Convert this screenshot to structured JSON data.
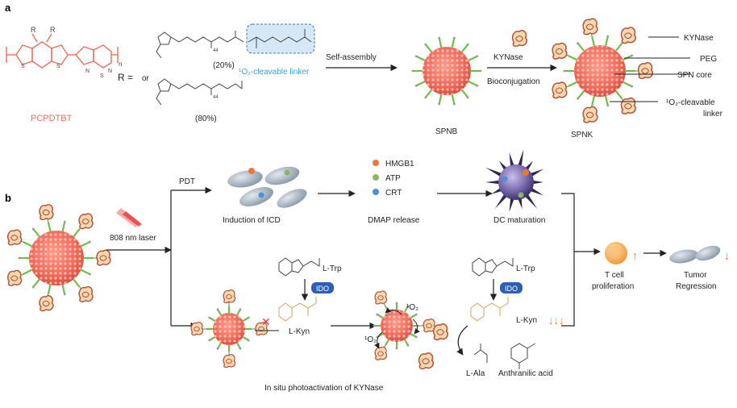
{
  "panel_a": {
    "label": "a",
    "polymer_name": "PCPDTBT",
    "r_label": "R",
    "r_label_2": "R",
    "n_label": "n",
    "s_labels": [
      "S",
      "S",
      "S"
    ],
    "n_atoms": [
      "N",
      "N"
    ],
    "r_equals": "R =",
    "or_word": "or",
    "side_chain_1_ratio": "(20%)",
    "side_chain_2_ratio": "(80%)",
    "chain_number_1": "44",
    "chain_number_2": "44",
    "linker_label": "¹O₂-cleavable linker",
    "step_1_label": "Self-assembly",
    "step_2_label": "KYNase",
    "step_2b_label": "Bioconjugation",
    "spnb_label": "SPNB",
    "spnk_label": "SPNK",
    "callouts": {
      "kynase": "KYNase",
      "peg": "PEG",
      "spn_core": "SPN core",
      "linker_line1": "¹O₂-cleavable",
      "linker_line2": "linker"
    }
  },
  "panel_b": {
    "label": "b",
    "laser_label": "808 nm laser",
    "pdt_label": "PDT",
    "induction_label": "Induction of ICD",
    "dmap_label": "DMAP release",
    "dc_label": "DC maturation",
    "legend": [
      {
        "name": "HMGB1",
        "color": "#e8793a"
      },
      {
        "name": "ATP",
        "color": "#8cb565"
      },
      {
        "name": "CRT",
        "color": "#4a90d9"
      }
    ],
    "ltrp_label_1": "L-Trp",
    "ido_label_1": "IDO",
    "lkyn_label_1": "L-Kyn",
    "ltrp_label_2": "L-Trp",
    "ido_label_2": "IDO",
    "lkyn_label_2": "L-Kyn",
    "o2_top": "¹O₂",
    "o2_left": "¹O₂",
    "lala_label": "L-Ala",
    "anthranilic_label": "Anthranilic acid",
    "insitu_label": "In situ photoactivation of KYNase",
    "tcell_line1": "T cell",
    "tcell_line2": "proliferation",
    "tumor_line1": "Tumor",
    "tumor_line2": "Regression"
  },
  "colors": {
    "polymer": "#e8705f",
    "nanoparticle": "#f06a5a",
    "peg_green": "#6cc04a",
    "enzyme": "#b0553a",
    "linker_blue": "#3aa3d8",
    "ido_blue": "#2f5fb3",
    "up_arrow": "#e8793a",
    "dc_purple": "#6a5a9a"
  }
}
